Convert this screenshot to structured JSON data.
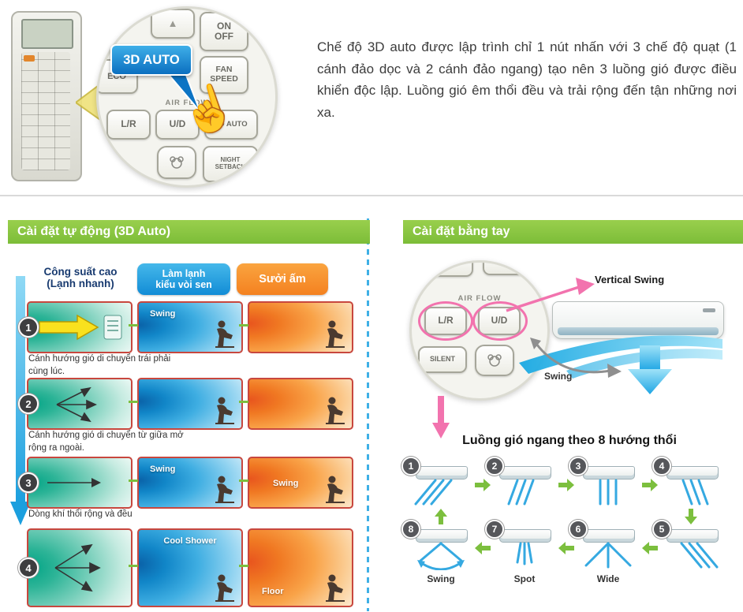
{
  "top": {
    "callout_label": "3D AUTO",
    "description": "Chế độ 3D auto được lập trình chỉ 1 nút nhấn với 3 chế độ quạt (1 cánh đảo dọc và 2 cánh đảo ngang) tạo nên 3 luồng gió được điều khiển độc lập. Luồng gió êm thổi đều và trải rộng đến tận những nơi xa.",
    "remote_zoom": {
      "up": "▲",
      "on_off": "ON\nOFF",
      "fan_speed": "FAN\nSPEED",
      "eco": "ECO",
      "air_flow": "AIR FLOW",
      "lr": "L/R",
      "ud": "U/D",
      "auto_3d": "3D AUTO",
      "night_setback": "NIGHT\nSETBACK"
    }
  },
  "auto_section": {
    "title": "Cài đặt tự động (3D Auto)",
    "col_power": "Công suất cao\n(Lạnh nhanh)",
    "col_cool": "Làm lạnh\nkiểu vòi sen",
    "col_heat": "Sưởi ấm",
    "rows": [
      {
        "num": "1",
        "mid_label": "Swing",
        "caption": "Cánh hướng gió di chuyển trái phải cùng lúc."
      },
      {
        "num": "2",
        "caption": "Cánh hướng gió di chuyển từ giữa mở rộng ra ngoài."
      },
      {
        "num": "3",
        "mid_label": "Swing",
        "right_label": "Swing",
        "caption": "Dòng khí thổi rộng và đều"
      },
      {
        "num": "4",
        "mid_label": "Cool Shower",
        "right_label": "Floor"
      }
    ]
  },
  "manual_section": {
    "title": "Cài đặt bằng tay",
    "remote_zoom": {
      "air_flow": "AIR FLOW",
      "lr": "L/R",
      "ud": "U/D",
      "silent": "SILENT"
    },
    "vertical_swing_label": "Vertical Swing",
    "swing_arrow_label": "Swing",
    "grid_title": "Luồng gió ngang theo 8 hướng thổi",
    "cells": [
      {
        "num": "1"
      },
      {
        "num": "2"
      },
      {
        "num": "3"
      },
      {
        "num": "4"
      },
      {
        "num": "5"
      },
      {
        "num": "6",
        "label": "Wide"
      },
      {
        "num": "7",
        "label": "Spot"
      },
      {
        "num": "8",
        "label": "Swing"
      }
    ]
  }
}
